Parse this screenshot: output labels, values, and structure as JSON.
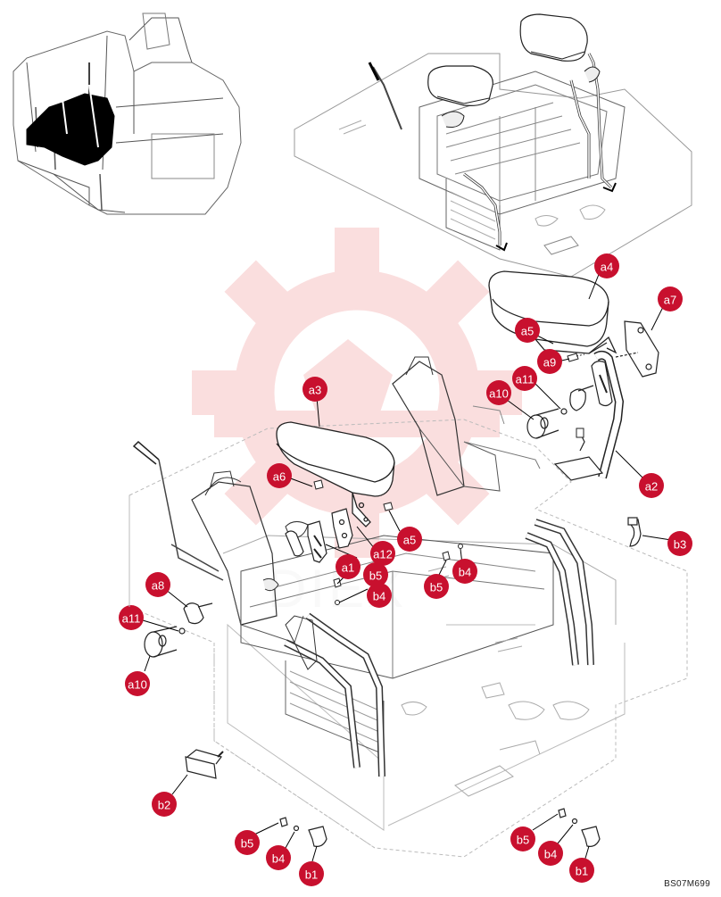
{
  "diagram": {
    "figure_code": "BS07M699",
    "watermark_text": "DIEX",
    "callout_color": "#c8102e",
    "watermark_color": "#f2a3a3",
    "callouts": [
      {
        "id": "a4",
        "label": "a4"
      },
      {
        "id": "a7",
        "label": "a7"
      },
      {
        "id": "a5-top",
        "label": "a5"
      },
      {
        "id": "a9",
        "label": "a9"
      },
      {
        "id": "a11-top",
        "label": "a11"
      },
      {
        "id": "a10-top",
        "label": "a10"
      },
      {
        "id": "a2",
        "label": "a2"
      },
      {
        "id": "a3",
        "label": "a3"
      },
      {
        "id": "a6",
        "label": "a6"
      },
      {
        "id": "a5-mid",
        "label": "a5"
      },
      {
        "id": "a12",
        "label": "a12"
      },
      {
        "id": "a1",
        "label": "a1"
      },
      {
        "id": "b5-mid",
        "label": "b5"
      },
      {
        "id": "b4-mid",
        "label": "b4"
      },
      {
        "id": "b5-right",
        "label": "b5"
      },
      {
        "id": "b4-right",
        "label": "b4"
      },
      {
        "id": "b3",
        "label": "b3"
      },
      {
        "id": "a8",
        "label": "a8"
      },
      {
        "id": "a11-left",
        "label": "a11"
      },
      {
        "id": "a10-left",
        "label": "a10"
      },
      {
        "id": "b2",
        "label": "b2"
      },
      {
        "id": "b5-bl",
        "label": "b5"
      },
      {
        "id": "b4-bl",
        "label": "b4"
      },
      {
        "id": "b1-bl",
        "label": "b1"
      },
      {
        "id": "b5-br",
        "label": "b5"
      },
      {
        "id": "b4-br",
        "label": "b4"
      },
      {
        "id": "b1-br",
        "label": "b1"
      }
    ]
  }
}
